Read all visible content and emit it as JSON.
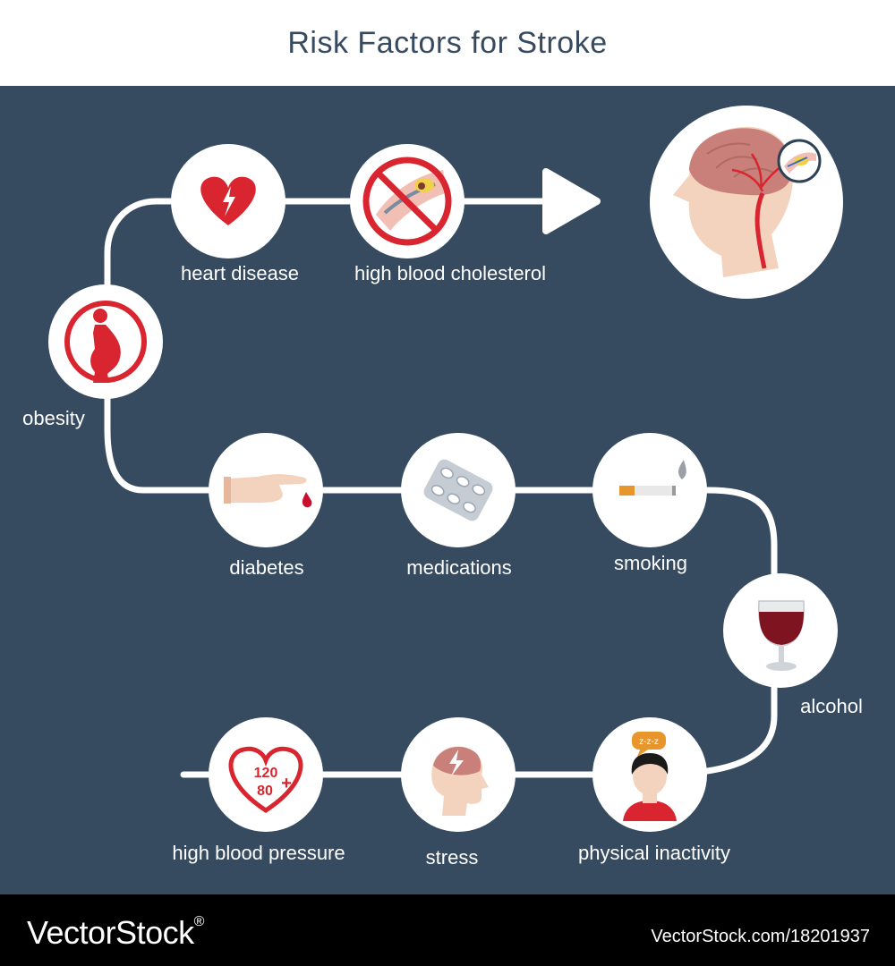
{
  "title": "Risk Factors for Stroke",
  "colors": {
    "background": "#364a60",
    "path": "#ffffff",
    "accent_red": "#d8252f",
    "skin": "#f3d3bd",
    "brain": "#c9807a",
    "wine": "#7e1420"
  },
  "factors": [
    {
      "id": "heart-disease",
      "label": "heart disease",
      "icon": "heart-pulse-icon"
    },
    {
      "id": "high-blood-cholesterol",
      "label": "high blood cholesterol",
      "icon": "clogged-artery-icon"
    },
    {
      "id": "obesity",
      "label": "obesity",
      "icon": "pregnant-silhouette-icon"
    },
    {
      "id": "diabetes",
      "label": "diabetes",
      "icon": "finger-blood-drop-icon"
    },
    {
      "id": "medications",
      "label": "medications",
      "icon": "pill-blister-icon"
    },
    {
      "id": "smoking",
      "label": "smoking",
      "icon": "cigarette-icon"
    },
    {
      "id": "alcohol",
      "label": "alcohol",
      "icon": "wine-glass-icon"
    },
    {
      "id": "physical-inactivity",
      "label": "physical inactivity",
      "icon": "sleeping-person-icon"
    },
    {
      "id": "stress",
      "label": "stress",
      "icon": "head-lightning-icon"
    },
    {
      "id": "high-blood-pressure",
      "label": "high blood pressure",
      "icon": "blood-pressure-heart-icon"
    }
  ],
  "blood_pressure": {
    "systolic": "120",
    "diastolic": "80",
    "sign": "+"
  },
  "sleep_text": "z-z-z",
  "outcome_icon": "stroke-brain-head-icon",
  "watermark": {
    "brand": "VectorStock",
    "reg": "®",
    "id": "VectorStock.com/18201937"
  }
}
